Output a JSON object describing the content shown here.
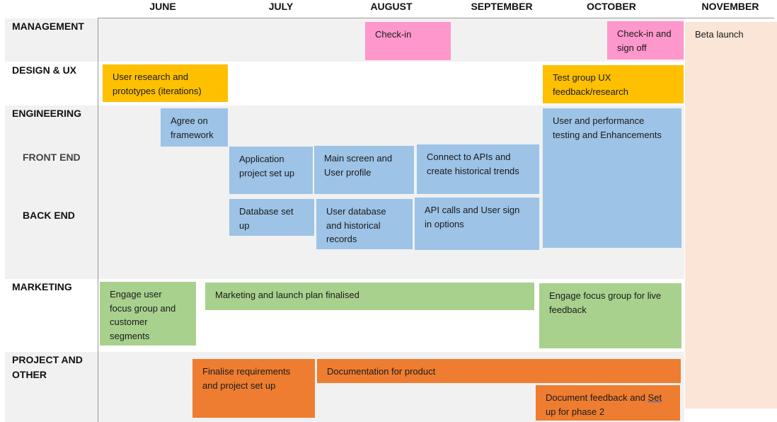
{
  "months": [
    "JUNE",
    "JULY",
    "AUGUST",
    "SEPTEMBER",
    "OCTOBER",
    "NOVEMBER"
  ],
  "rows": {
    "management": "MANAGEMENT",
    "design": "DESIGN & UX",
    "engineering": "ENGINEERING",
    "front_end": "FRONT END",
    "back_end": "BACK END",
    "marketing": "MARKETING",
    "project_line1": "PROJECT AND",
    "project_line2": "OTHER"
  },
  "tasks": {
    "checkin": "Check-in",
    "checkin_signoff": "Check-in and sign off",
    "beta_launch": "Beta launch",
    "user_research": "User research and prototypes (iterations)",
    "test_group_ux": "Test group UX feedback/research",
    "agree_framework": "Agree on framework",
    "user_performance": "User and performance testing and Enhancements",
    "app_setup": "Application project set up",
    "main_screen": "Main screen and User profile",
    "connect_apis": "Connect to APIs and create historical trends",
    "db_setup": "Database set up",
    "user_db": "User database and historical records",
    "api_calls": "API calls and User sign in options",
    "engage_user_focus": "Engage user focus group and customer segments",
    "marketing_plan": "Marketing and launch plan finalised",
    "engage_live": "Engage focus group for live feedback",
    "finalise_req": "Finalise requirements and project set up",
    "documentation": "Documentation for product",
    "doc_feedback_a": "Document feedback and ",
    "doc_feedback_b": "Set",
    "doc_feedback_c": " up for phase 2"
  },
  "colors": {
    "management": "#fe97cc",
    "design": "#fec000",
    "engineering": "#9dc3e6",
    "marketing": "#a9d18e",
    "project": "#ee7d31",
    "launch": "#fbe5d6"
  }
}
